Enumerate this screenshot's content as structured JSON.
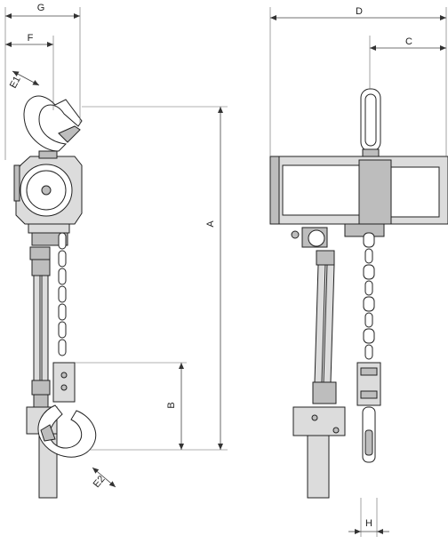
{
  "dimensions": {
    "A": "A",
    "B": "B",
    "C": "C",
    "D": "D",
    "E1": "E1",
    "E2": "E2",
    "F": "F",
    "G": "G",
    "H": "H"
  },
  "colors": {
    "body_fill": "#dcdcdc",
    "dark_fill": "#bdbdbd",
    "line": "#222222",
    "background": "#ffffff"
  }
}
